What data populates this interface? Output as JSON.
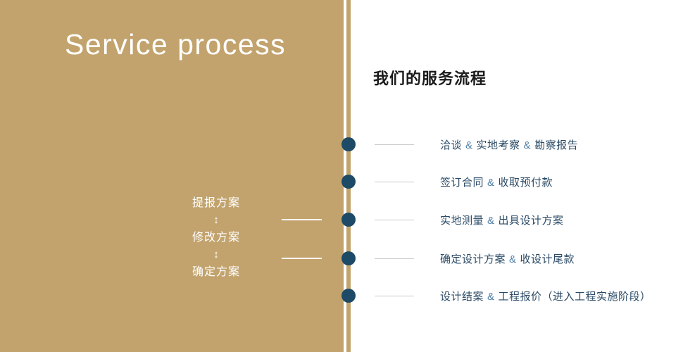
{
  "colors": {
    "gold": "#c2a36d",
    "navy_dot": "#1d4a66",
    "text": "#2a4a66",
    "amp": "#4d7ea6",
    "tick": "#c9c9c9",
    "heading": "#1a1a1a"
  },
  "left_panel": {
    "title": "Service process",
    "steps": [
      "提报方案",
      "修改方案",
      "确定方案"
    ],
    "arrow_icon": "↕"
  },
  "right_panel": {
    "heading": "我们的服务流程",
    "separator": "&",
    "timeline": [
      {
        "parts": [
          "洽谈",
          "实地考察",
          "勘察报告"
        ]
      },
      {
        "parts": [
          "签订合同",
          "收取预付款"
        ]
      },
      {
        "parts": [
          "实地测量",
          "出具设计方案"
        ]
      },
      {
        "parts": [
          "确定设计方案",
          "收设计尾款"
        ]
      },
      {
        "parts": [
          "设计结案",
          "工程报价（进入工程实施阶段）"
        ]
      }
    ]
  }
}
